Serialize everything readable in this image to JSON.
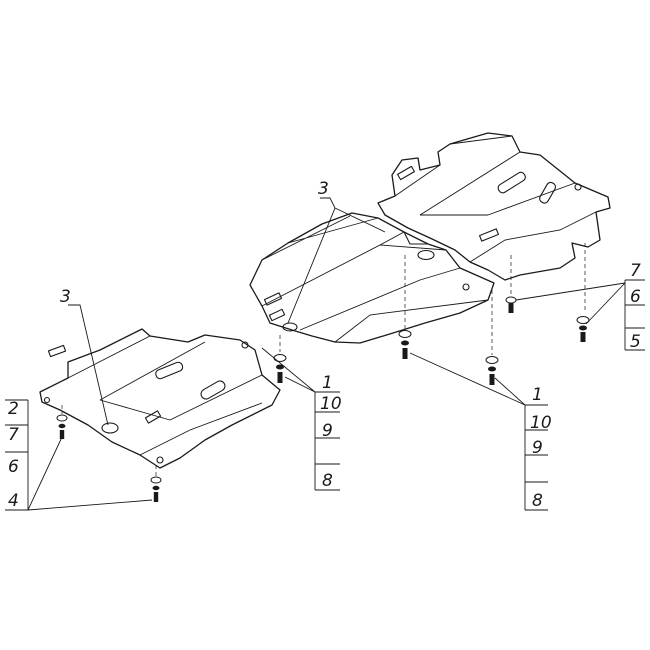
{
  "callouts": {
    "left_panel": {
      "top_label": "3",
      "stack": [
        "2",
        "7",
        "6",
        "4"
      ]
    },
    "middle_panel": {
      "top_label": "3",
      "stack": [
        "1",
        "10",
        "9",
        "8"
      ]
    },
    "right_panel": {
      "stack_top": [
        "7",
        "6",
        "5"
      ],
      "stack_bottom": [
        "1",
        "10",
        "9",
        "8"
      ]
    }
  }
}
